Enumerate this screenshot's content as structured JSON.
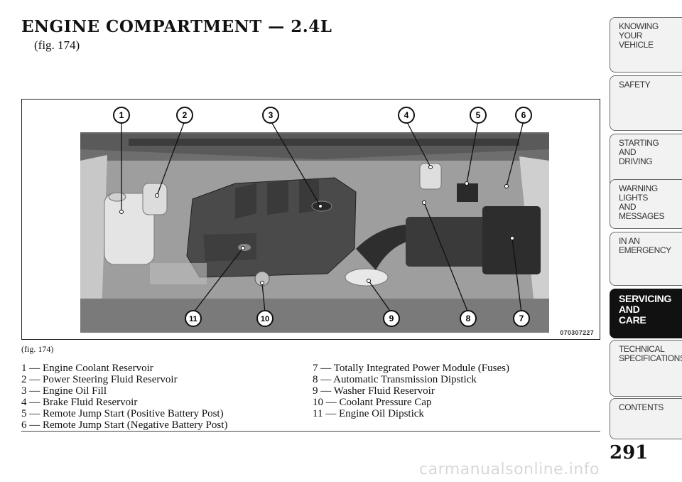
{
  "heading": "ENGINE COMPARTMENT — 2.4L",
  "fig_ref_top": "(fig. 174)",
  "figure": {
    "image_code": "070307227",
    "callouts": [
      "1",
      "2",
      "3",
      "4",
      "5",
      "6",
      "7",
      "8",
      "9",
      "10",
      "11"
    ]
  },
  "fig_caption": "(fig. 174)",
  "legend_left": [
    "1 — Engine Coolant Reservoir",
    "2 — Power Steering Fluid Reservoir",
    "3 — Engine Oil Fill",
    "4 — Brake Fluid Reservoir",
    "5 — Remote Jump Start (Positive Battery Post)",
    "6 — Remote Jump Start (Negative Battery Post)"
  ],
  "legend_right": [
    "7 — Totally Integrated Power Module (Fuses)",
    "8 — Automatic Transmission Dipstick",
    "9 — Washer Fluid Reservoir",
    "10 — Coolant Pressure Cap",
    "11 — Engine Oil Dipstick"
  ],
  "tabs": [
    {
      "label": "KNOWING\nYOUR\nVEHICLE",
      "active": false
    },
    {
      "label": "SAFETY",
      "active": false
    },
    {
      "label": "STARTING\nAND\nDRIVING",
      "active": false
    },
    {
      "label": "WARNING\nLIGHTS\nAND\nMESSAGES",
      "active": false
    },
    {
      "label": "IN AN\nEMERGENCY",
      "active": false
    },
    {
      "label": "SERVICING\nAND\nCARE",
      "active": true
    },
    {
      "label": "TECHNICAL\nSPECIFICATIONS",
      "active": false
    },
    {
      "label": "CONTENTS",
      "active": false
    }
  ],
  "page_number": "291",
  "watermark": "carmanualsonline.info"
}
